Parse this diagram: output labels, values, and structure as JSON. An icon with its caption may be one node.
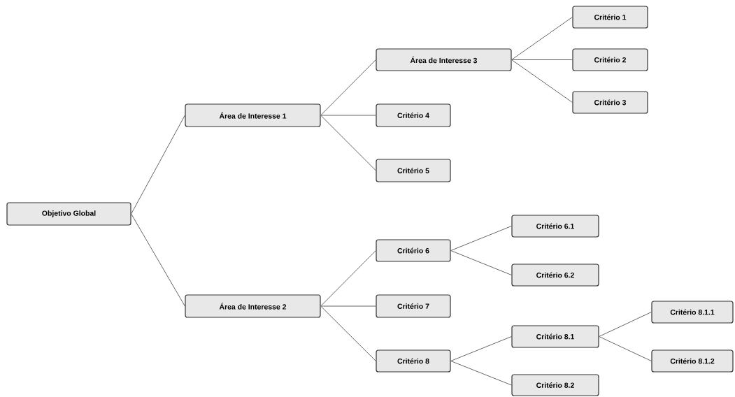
{
  "diagram": {
    "nodes": [
      {
        "text": [
          "Objetivo Global"
        ]
      },
      {
        "text": [
          "Área de Interesse 1"
        ]
      },
      {
        "text": [
          "Área de Interesse 3"
        ]
      },
      {
        "text": [
          "Critério 1"
        ]
      },
      {
        "text": [
          "Critério 2"
        ]
      },
      {
        "text": [
          "Critério 3"
        ]
      },
      {
        "text": [
          "Critério 4"
        ]
      },
      {
        "text": [
          "Critério 5"
        ]
      },
      {
        "text": [
          "Área de Interesse 2"
        ]
      },
      {
        "text": [
          "Critério 6"
        ]
      },
      {
        "text": [
          "Critério 6.1"
        ]
      },
      {
        "text": [
          "Critério 6.2"
        ]
      },
      {
        "text": [
          "Critério 7"
        ]
      },
      {
        "text": [
          "Critério 8"
        ]
      },
      {
        "text": [
          "Critério 8.1"
        ]
      },
      {
        "text": [
          "Critério 8.1.1"
        ]
      },
      {
        "text": [
          "Critério 8.1.2"
        ]
      },
      {
        "text": [
          "Critério 8.2"
        ]
      }
    ],
    "edges": [
      {
        "from": 0,
        "to": 1,
        "arrow": "none"
      },
      {
        "from": 0,
        "to": 8,
        "arrow": "none"
      },
      {
        "from": 1,
        "to": 2,
        "arrow": "none"
      },
      {
        "from": 1,
        "to": 6,
        "arrow": "none"
      },
      {
        "from": 1,
        "to": 7,
        "arrow": "none"
      },
      {
        "from": 2,
        "to": 3,
        "arrow": "none"
      },
      {
        "from": 2,
        "to": 4,
        "arrow": "none"
      },
      {
        "from": 2,
        "to": 5,
        "arrow": "none"
      },
      {
        "from": 8,
        "to": 9,
        "arrow": "none"
      },
      {
        "from": 8,
        "to": 12,
        "arrow": "none"
      },
      {
        "from": 8,
        "to": 13,
        "arrow": "none"
      },
      {
        "from": 9,
        "to": 10,
        "arrow": "none"
      },
      {
        "from": 9,
        "to": 11,
        "arrow": "none"
      },
      {
        "from": 13,
        "to": 14,
        "arrow": "none"
      },
      {
        "from": 13,
        "to": 17,
        "arrow": "none"
      },
      {
        "from": 14,
        "to": 15,
        "arrow": "none"
      },
      {
        "from": 14,
        "to": 16,
        "arrow": "none"
      }
    ]
  }
}
